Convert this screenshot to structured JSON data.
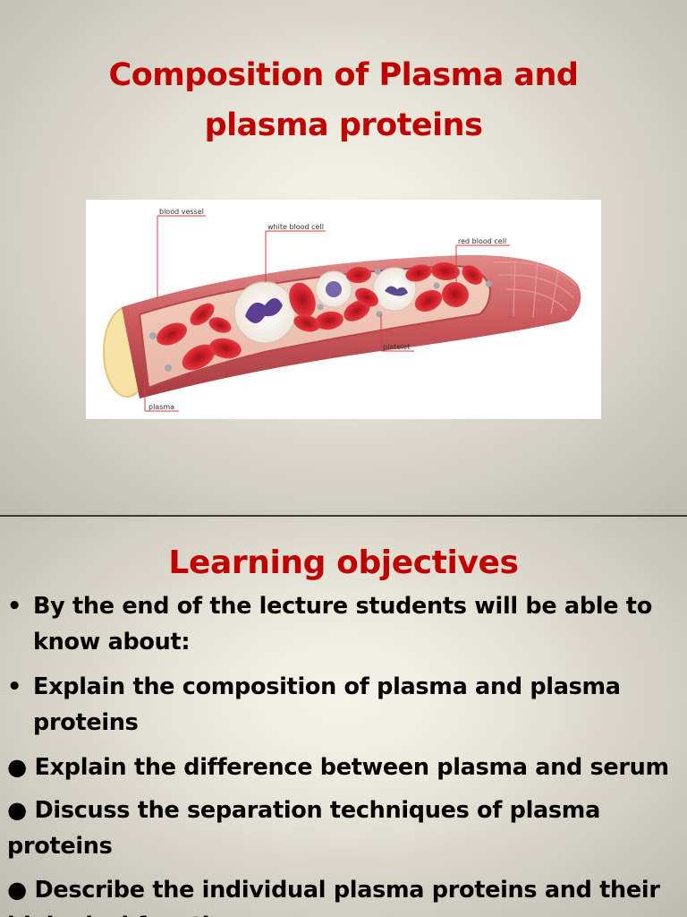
{
  "slide1": {
    "title_line1": "Composition of  Plasma and",
    "title_line2": "plasma proteins",
    "figure": {
      "labels": {
        "blood_vessel": "blood vessel",
        "white_blood_cell": "white blood cell",
        "red_blood_cell": "red blood cell",
        "platelet": "platelet",
        "plasma": "plasma"
      },
      "colors": {
        "vessel_wall": "#c9575a",
        "red_cell": "#d4232c",
        "label_line": "#d44040"
      }
    }
  },
  "slide2": {
    "title": "Learning objectives",
    "objectives": [
      {
        "bullet": "•",
        "line1": "By the end of the lecture students will be able to",
        "line2": "know about:"
      },
      {
        "bullet": "•",
        "line1": "Explain the composition of plasma and plasma",
        "line2": "proteins"
      },
      {
        "text": "● Explain the difference between plasma and serum"
      },
      {
        "line1": "● Discuss the separation techniques of plasma",
        "line2": "proteins"
      },
      {
        "line1": "● Describe the individual plasma proteins and their",
        "line2": "biological functions"
      }
    ]
  },
  "colors": {
    "title": "#c00000",
    "body_text": "#000000",
    "background_center": "#f6f4ea",
    "background_edge": "#bdbab0"
  }
}
